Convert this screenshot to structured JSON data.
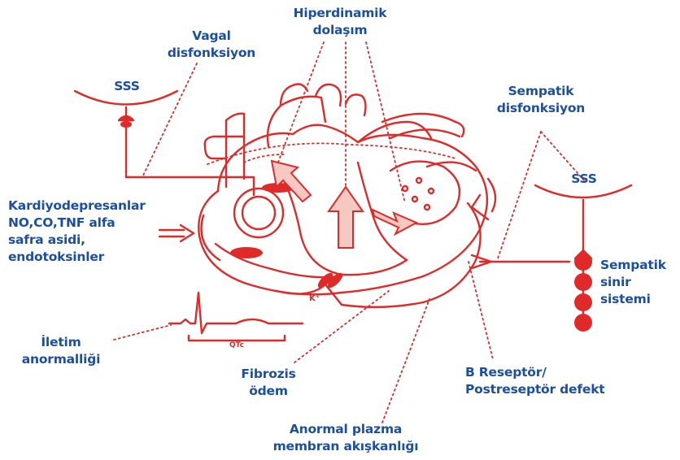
{
  "colors": {
    "label_blue": "#1d4fa0",
    "diagram_red": "#e02a2a",
    "organ_fill": "#f6c8c2"
  },
  "labels": {
    "hiperdinamik": [
      "Hiperdinamik",
      "dolaşım"
    ],
    "vagal": [
      "Vagal",
      "disfonksiyon"
    ],
    "sss_left": "SSS",
    "sempatik_dis": [
      "Sempatik",
      "disfonksiyon"
    ],
    "sss_right": "SSS",
    "kardiyo": [
      "Kardiyodepresanlar",
      "NO,CO,TNF alfa",
      "safra asidi,",
      "endotoksinler"
    ],
    "sempatik_sinir": [
      "Sempatik",
      "sinir",
      "sistemi"
    ],
    "iletim": [
      "İletim",
      "anormalliği"
    ],
    "fibrozis": [
      "Fibrozis",
      "ödem"
    ],
    "b_reseptor": [
      "B Reseptör/",
      "Postreseptör defekt"
    ],
    "anormal": [
      "Anormal plazma",
      "membran akışkanlığı"
    ],
    "k_ion": "K⁺",
    "qtc": "QTc"
  }
}
